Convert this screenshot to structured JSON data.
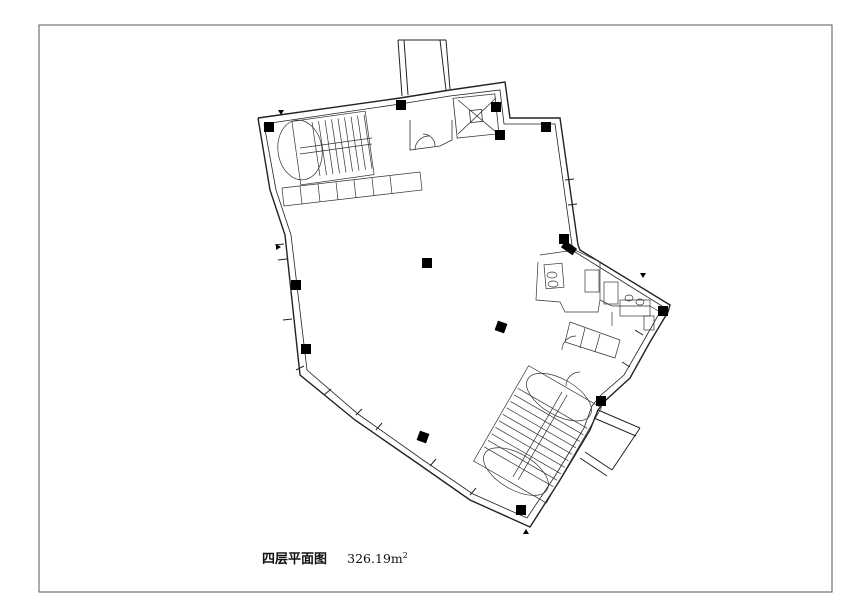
{
  "plan": {
    "title": "四层平面图",
    "area_value": "326.19",
    "area_unit": "m",
    "area_unit_exp": "2"
  }
}
